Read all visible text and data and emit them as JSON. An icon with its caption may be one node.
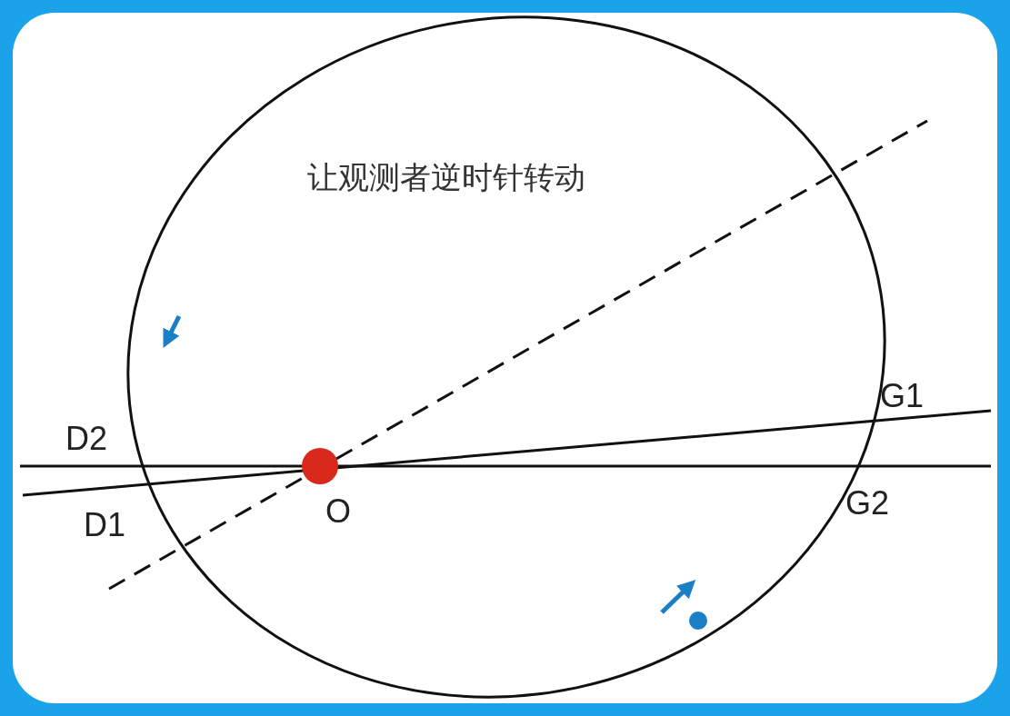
{
  "diagram": {
    "labels": [
      "让观测者逆时针转动",
      "D2",
      "D1",
      "O",
      "G1",
      "G2"
    ]
  }
}
